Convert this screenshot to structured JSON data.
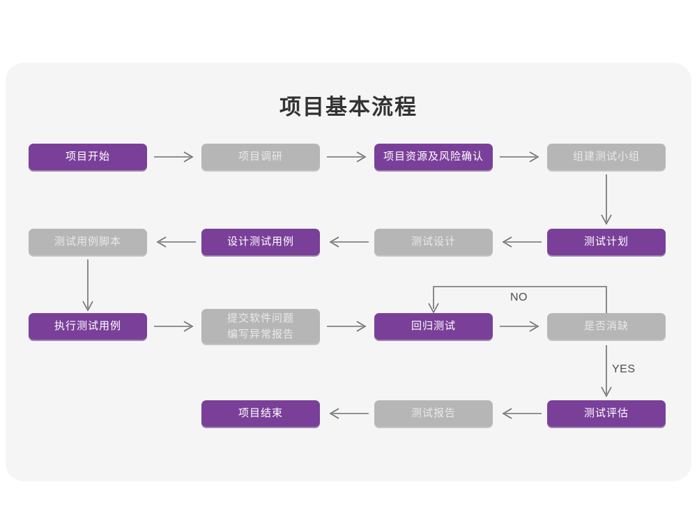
{
  "page": {
    "title": "项目基本流程",
    "background": "#ffffff",
    "card_background": "#f5f5f6"
  },
  "colors": {
    "purple": "#7a4099",
    "gray": "#b6b6b6",
    "purple_text": "#ffffff",
    "gray_text": "#e9e9e9",
    "connector": "#6e6e6e",
    "title_text": "#333333"
  },
  "chart_data": {
    "type": "diagram",
    "title": "项目基本流程",
    "nodes": [
      {
        "id": "n1",
        "label": "项目开始",
        "style": "purple",
        "row": 1,
        "col": 1
      },
      {
        "id": "n2",
        "label": "项目调研",
        "style": "gray",
        "row": 1,
        "col": 2
      },
      {
        "id": "n3",
        "label": "项目资源及风险确认",
        "style": "purple",
        "row": 1,
        "col": 3
      },
      {
        "id": "n4",
        "label": "组建测试小组",
        "style": "gray",
        "row": 1,
        "col": 4
      },
      {
        "id": "n5",
        "label": "测试用例脚本",
        "style": "gray",
        "row": 2,
        "col": 1
      },
      {
        "id": "n6",
        "label": "设计测试用例",
        "style": "purple",
        "row": 2,
        "col": 2
      },
      {
        "id": "n7",
        "label": "测试设计",
        "style": "gray",
        "row": 2,
        "col": 3
      },
      {
        "id": "n8",
        "label": "测试计划",
        "style": "purple",
        "row": 2,
        "col": 4
      },
      {
        "id": "n9",
        "label": "执行测试用例",
        "style": "purple",
        "row": 3,
        "col": 1
      },
      {
        "id": "n10",
        "label": "提交软件问题\n编写异常报告",
        "style": "gray",
        "row": 3,
        "col": 2
      },
      {
        "id": "n11",
        "label": "回归测试",
        "style": "purple",
        "row": 3,
        "col": 3
      },
      {
        "id": "n12",
        "label": "是否消缺",
        "style": "gray",
        "row": 3,
        "col": 4
      },
      {
        "id": "n13",
        "label": "项目结束",
        "style": "purple",
        "row": 4,
        "col": 2
      },
      {
        "id": "n14",
        "label": "测试报告",
        "style": "gray",
        "row": 4,
        "col": 3
      },
      {
        "id": "n15",
        "label": "测试评估",
        "style": "purple",
        "row": 4,
        "col": 4
      }
    ],
    "edges": [
      {
        "from": "n1",
        "to": "n2",
        "label": "",
        "direction": "right"
      },
      {
        "from": "n2",
        "to": "n3",
        "label": "",
        "direction": "right"
      },
      {
        "from": "n3",
        "to": "n4",
        "label": "",
        "direction": "right"
      },
      {
        "from": "n4",
        "to": "n8",
        "label": "",
        "direction": "down"
      },
      {
        "from": "n8",
        "to": "n7",
        "label": "",
        "direction": "left"
      },
      {
        "from": "n7",
        "to": "n6",
        "label": "",
        "direction": "left"
      },
      {
        "from": "n6",
        "to": "n5",
        "label": "",
        "direction": "left"
      },
      {
        "from": "n5",
        "to": "n9",
        "label": "",
        "direction": "down"
      },
      {
        "from": "n9",
        "to": "n10",
        "label": "",
        "direction": "right"
      },
      {
        "from": "n10",
        "to": "n11",
        "label": "",
        "direction": "right"
      },
      {
        "from": "n11",
        "to": "n12",
        "label": "",
        "direction": "right"
      },
      {
        "from": "n12",
        "to": "n11",
        "label": "NO",
        "direction": "loop-up-left"
      },
      {
        "from": "n12",
        "to": "n15",
        "label": "YES",
        "direction": "down"
      },
      {
        "from": "n15",
        "to": "n14",
        "label": "",
        "direction": "left"
      },
      {
        "from": "n14",
        "to": "n13",
        "label": "",
        "direction": "left"
      }
    ],
    "edge_labels": {
      "no": "NO",
      "yes": "YES"
    }
  }
}
